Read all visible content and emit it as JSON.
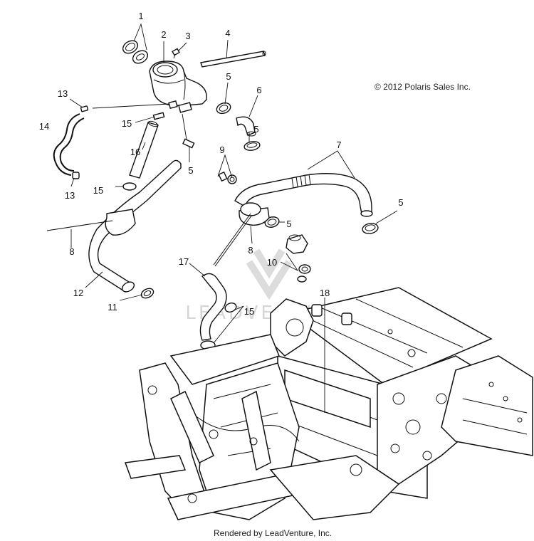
{
  "copyright": "© 2012 Polaris Sales Inc.",
  "footer": "Rendered by LeadVenture, Inc.",
  "watermark": "LEADVENTURE",
  "callouts": [
    {
      "id": "c1",
      "text": "1"
    },
    {
      "id": "c2",
      "text": "2"
    },
    {
      "id": "c3",
      "text": "3"
    },
    {
      "id": "c4",
      "text": "4"
    },
    {
      "id": "c5a",
      "text": "5"
    },
    {
      "id": "c6",
      "text": "6"
    },
    {
      "id": "c5b",
      "text": "5"
    },
    {
      "id": "c7",
      "text": "7"
    },
    {
      "id": "c13a",
      "text": "13"
    },
    {
      "id": "c14",
      "text": "14"
    },
    {
      "id": "c15a",
      "text": "15"
    },
    {
      "id": "c16",
      "text": "16"
    },
    {
      "id": "c5c",
      "text": "5"
    },
    {
      "id": "c9",
      "text": "9"
    },
    {
      "id": "c13b",
      "text": "13"
    },
    {
      "id": "c15b",
      "text": "15"
    },
    {
      "id": "c5d",
      "text": "5"
    },
    {
      "id": "c5e",
      "text": "5"
    },
    {
      "id": "c8a",
      "text": "8"
    },
    {
      "id": "c8b",
      "text": "8"
    },
    {
      "id": "c10",
      "text": "10"
    },
    {
      "id": "c17",
      "text": "17"
    },
    {
      "id": "c12",
      "text": "12"
    },
    {
      "id": "c18",
      "text": "18"
    },
    {
      "id": "c11",
      "text": "11"
    },
    {
      "id": "c15c",
      "text": "15"
    }
  ]
}
